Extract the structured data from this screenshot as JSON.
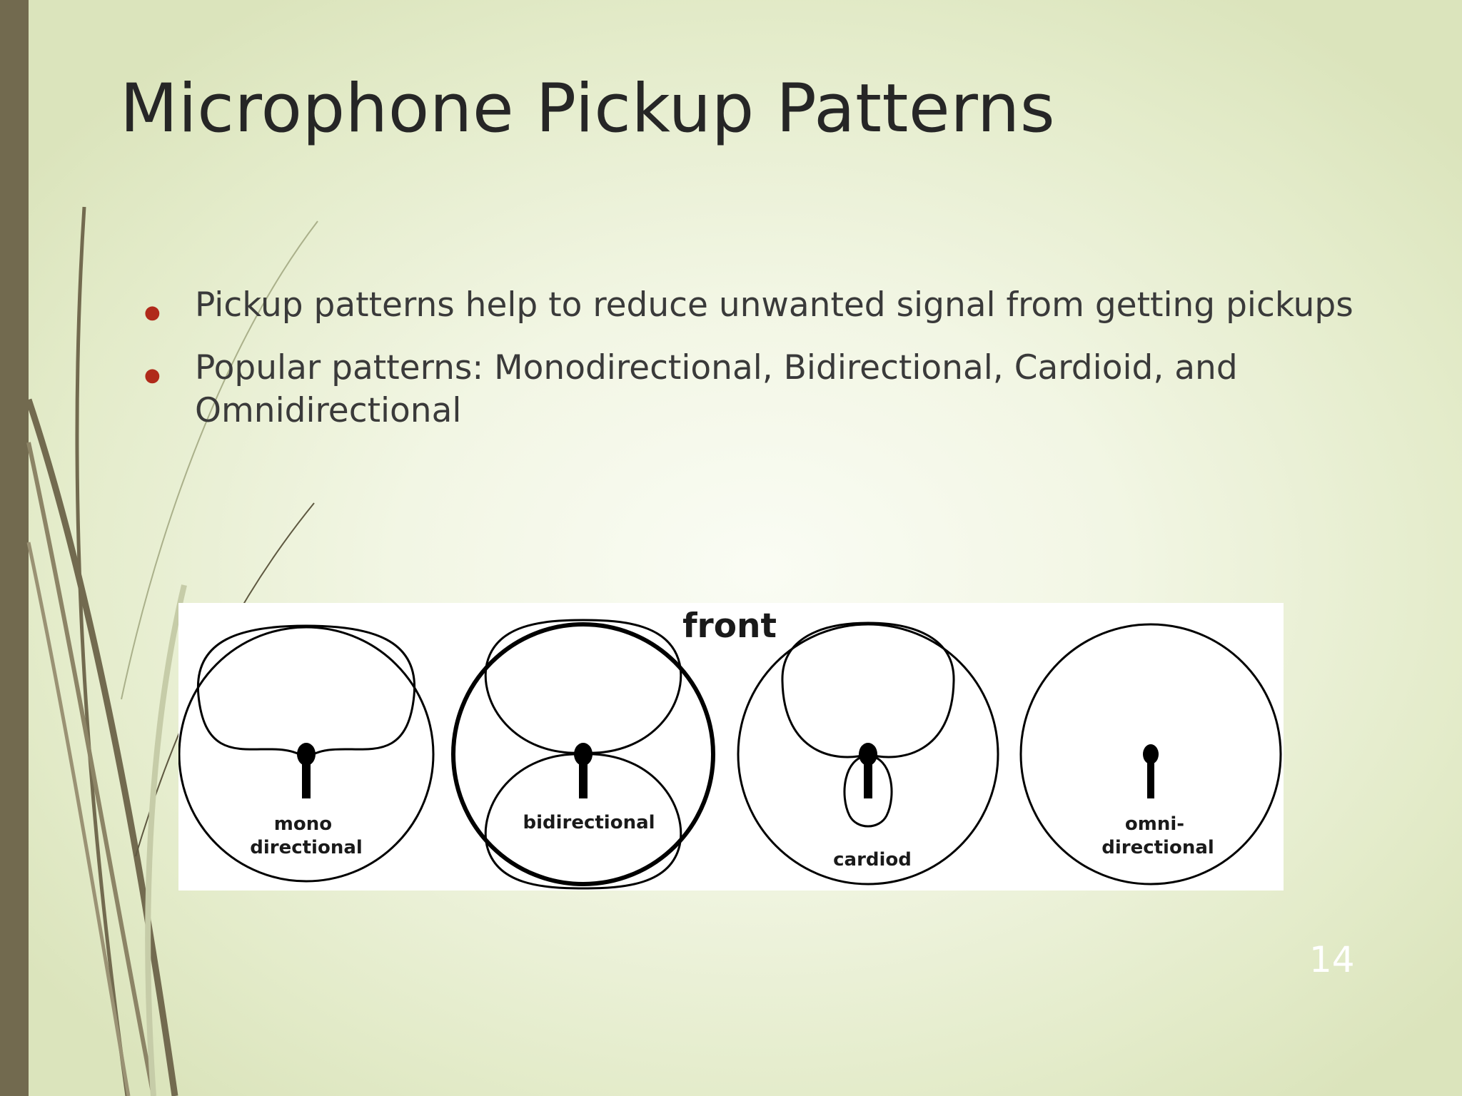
{
  "slide": {
    "title": "Microphone Pickup Patterns",
    "bullets": [
      "Pickup patterns help to reduce unwanted signal from getting pickups",
      "Popular patterns: Monodirectional, Bidirectional, Cardioid, and Omnidirectional"
    ],
    "page_number": "14"
  },
  "figure": {
    "heading": "front",
    "patterns": [
      {
        "label_lines": [
          "mono",
          "directional"
        ]
      },
      {
        "label_lines": [
          "bidirectional"
        ]
      },
      {
        "label_lines": [
          "cardiod"
        ]
      },
      {
        "label_lines": [
          "omni-",
          "directional"
        ]
      }
    ]
  },
  "colors": {
    "left_bar": "#726a4f",
    "title_text": "#262626",
    "body_text": "#3a3a3a",
    "bullet_marker": "#b02a1a",
    "page_number": "#ffffff"
  }
}
